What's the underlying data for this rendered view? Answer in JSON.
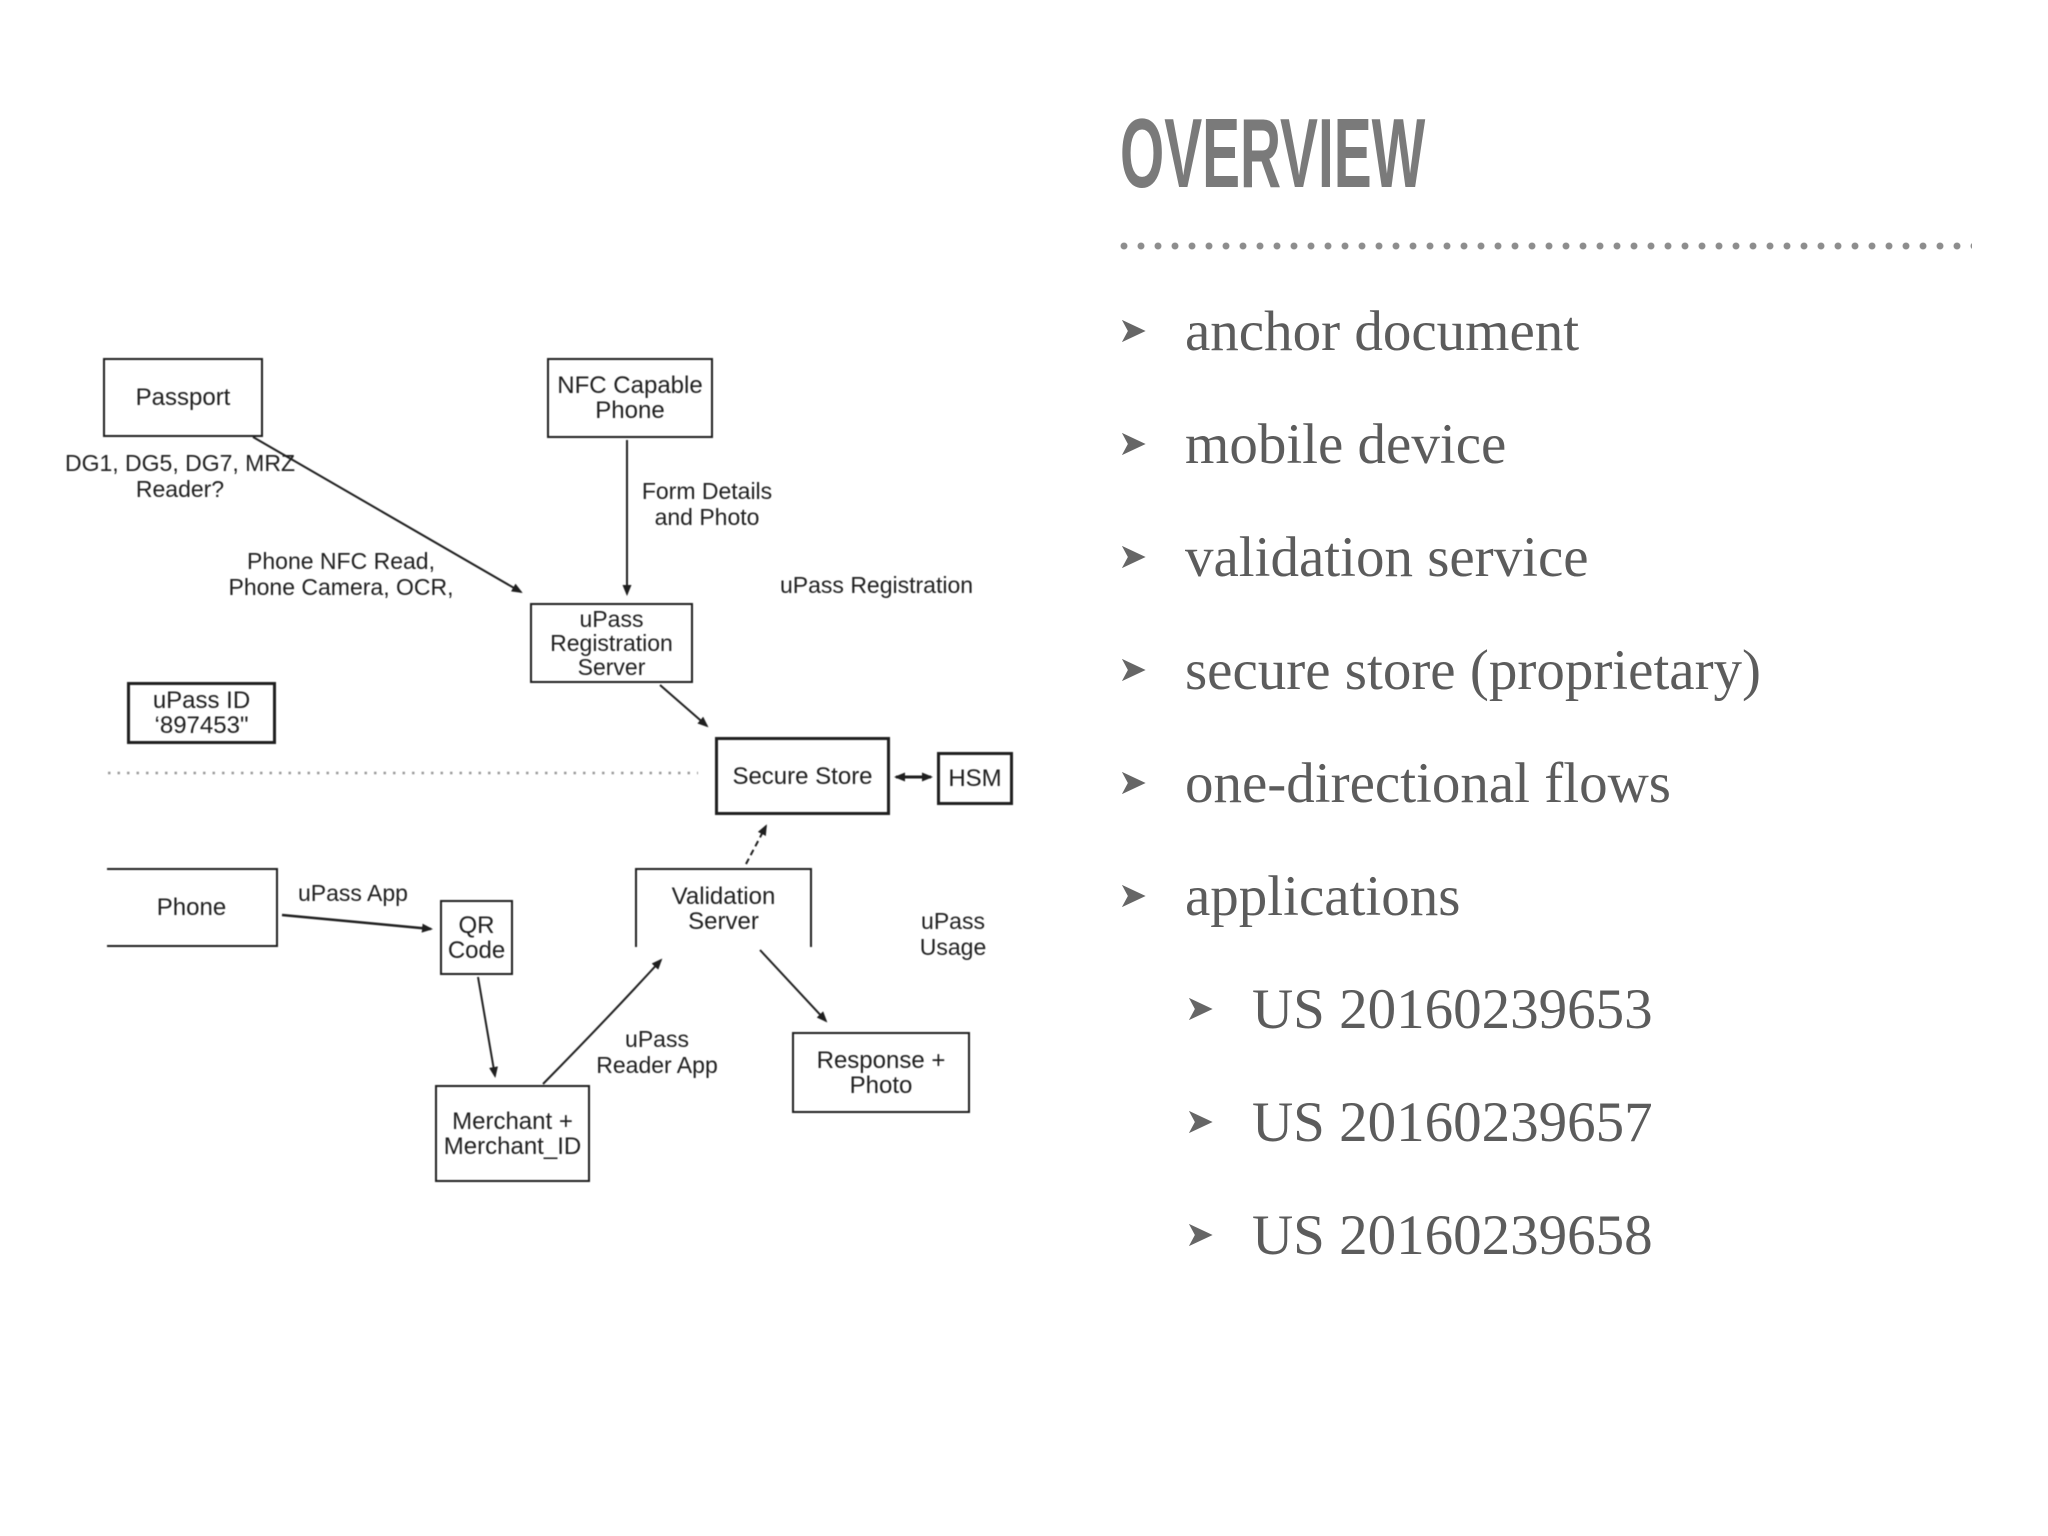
{
  "header": {
    "title": "OVERVIEW"
  },
  "bullet_icon": "➤",
  "bullets": [
    {
      "label": "anchor document",
      "level": 1
    },
    {
      "label": "mobile device",
      "level": 1
    },
    {
      "label": "validation service",
      "level": 1
    },
    {
      "label": "secure store (proprietary)",
      "level": 1
    },
    {
      "label": "one-directional flows",
      "level": 1
    },
    {
      "label": "applications",
      "level": 1
    },
    {
      "label": "US 20160239653",
      "level": 2
    },
    {
      "label": "US 20160239657",
      "level": 2
    },
    {
      "label": "US 20160239658",
      "level": 2
    }
  ],
  "diagram": {
    "boxes": [
      {
        "id": "passport",
        "text": "Passport"
      },
      {
        "id": "nfc-phone",
        "text": "NFC Capable\nPhone"
      },
      {
        "id": "registration-server",
        "text": "uPass\nRegistration\nServer"
      },
      {
        "id": "upass-id",
        "text": "uPass ID\n‘897453\""
      },
      {
        "id": "secure-store",
        "text": "Secure Store"
      },
      {
        "id": "hsm",
        "text": "HSM"
      },
      {
        "id": "phone",
        "text": "Phone"
      },
      {
        "id": "qr-code",
        "text": "QR\nCode"
      },
      {
        "id": "merchant",
        "text": "Merchant +\nMerchant_ID"
      },
      {
        "id": "validation-server",
        "text": "Validation\nServer"
      },
      {
        "id": "response-photo",
        "text": "Response +\nPhoto"
      }
    ],
    "labels": [
      {
        "id": "datagroups",
        "text": "DG1, DG5, DG7, MRZ\nReader?"
      },
      {
        "id": "capture-methods",
        "text": "Phone NFC Read,\nPhone Camera, OCR,"
      },
      {
        "id": "form-details",
        "text": "Form Details\nand Photo"
      },
      {
        "id": "upass-registration",
        "text": "uPass Registration"
      },
      {
        "id": "upass-app",
        "text": "uPass App"
      },
      {
        "id": "upass-usage",
        "text": "uPass\nUsage"
      },
      {
        "id": "upass-reader-app",
        "text": "uPass\nReader App"
      }
    ]
  },
  "colors": {
    "title_gray": "#7a7a7a",
    "bullet_text_gray": "#5c5c5c",
    "diagram_ink": "#1f1f1f"
  }
}
